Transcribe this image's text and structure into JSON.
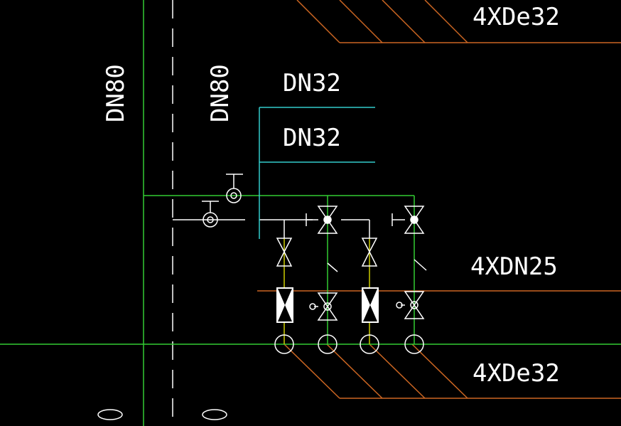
{
  "labels": {
    "pipe_left": "DN80",
    "pipe_right": "DN80",
    "branch_top": "DN32",
    "branch_bottom": "DN32",
    "header_top": "4XDe32",
    "header_mid": "4XDN25",
    "header_bottom": "4XDe32"
  },
  "colors": {
    "background": "#000000",
    "green": "#33cc33",
    "white": "#ffffff",
    "cyan": "#33cccc",
    "orange": "#cc6622",
    "yellow": "#cccc00"
  }
}
